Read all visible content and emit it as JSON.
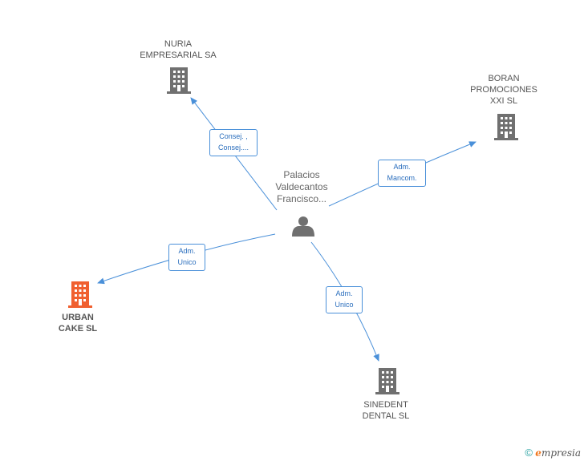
{
  "nodes": {
    "center": {
      "lines": [
        "Palacios",
        "Valdecantos",
        "Francisco..."
      ]
    },
    "nuria": {
      "lines": [
        "NURIA",
        "EMPRESARIAL SA"
      ]
    },
    "boran": {
      "lines": [
        "BORAN",
        "PROMOCIONES",
        "XXI SL"
      ]
    },
    "urban": {
      "lines": [
        "URBAN",
        "CAKE SL"
      ]
    },
    "sinedent": {
      "lines": [
        "SINEDENT",
        "DENTAL  SL"
      ]
    }
  },
  "edges": {
    "nuria": {
      "lines": [
        "Consej. ,",
        "Consej...."
      ]
    },
    "boran": {
      "lines": [
        "Adm.",
        "Mancom."
      ]
    },
    "urban": {
      "lines": [
        "Adm.",
        "Unico"
      ]
    },
    "sinedent": {
      "lines": [
        "Adm.",
        "Unico"
      ]
    }
  },
  "colors": {
    "edge": "#4a90d9",
    "building": "#707070",
    "building_focus": "#f06030",
    "person": "#707070"
  },
  "footer": {
    "copyright": "©",
    "brand_e": "e",
    "brand_rest": "mpresia"
  }
}
